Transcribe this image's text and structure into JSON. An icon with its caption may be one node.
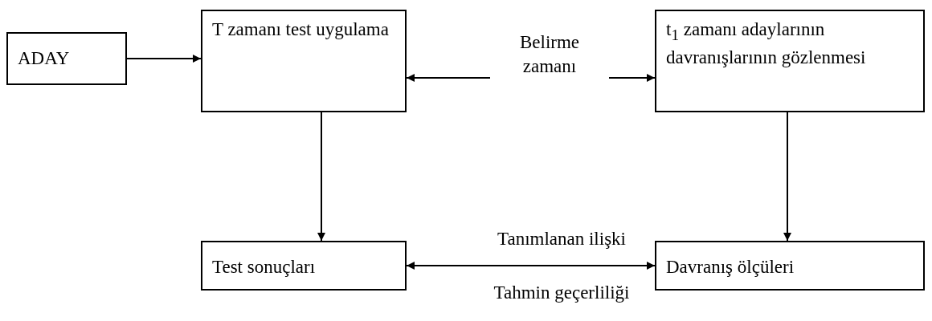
{
  "diagram": {
    "nodes": [
      {
        "text": [
          "ADAY"
        ]
      },
      {
        "text": [
          "T zamanı test uygulama"
        ]
      },
      {
        "text": [
          "t$_{1}$ zamanı adaylarının davranışlarının gözlenmesi"
        ]
      },
      {
        "text": [
          "Test sonuçları"
        ]
      },
      {
        "text": [
          "Davranış ölçüleri"
        ]
      }
    ],
    "edges": [
      {
        "from": 0,
        "to": 1,
        "arrow": "to"
      },
      {
        "from": 1,
        "to": 2,
        "arrow": "both",
        "label": "Belirme zamanı"
      },
      {
        "from": 1,
        "to": 3,
        "arrow": "to"
      },
      {
        "from": 2,
        "to": 4,
        "arrow": "to"
      },
      {
        "from": 3,
        "to": 4,
        "arrow": "both",
        "label": "Tanımlanan ilişki"
      }
    ],
    "labels": [
      "Tahmin geçerliliği"
    ]
  }
}
